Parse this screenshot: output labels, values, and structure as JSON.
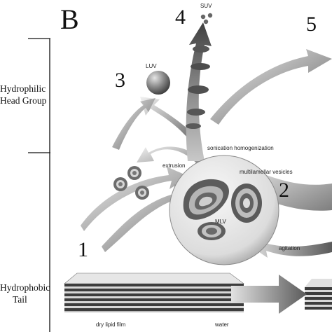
{
  "panel_label": "B",
  "left_bracket": {
    "head_group": [
      "Hydrophilic",
      "Head Group"
    ],
    "tail": [
      "Hydrophobic",
      "Tail"
    ]
  },
  "steps": [
    "1",
    "2",
    "3",
    "4",
    "5"
  ],
  "labels": {
    "suv": "SUV",
    "luv": "LUV",
    "mlv": "MLV",
    "sonication": "sonication homogenization",
    "extrusion": "extrusion",
    "multilamellar": "multilamellar vesicles",
    "agitation": "agitation",
    "dry_film": "dry lipid film",
    "water": "water"
  }
}
